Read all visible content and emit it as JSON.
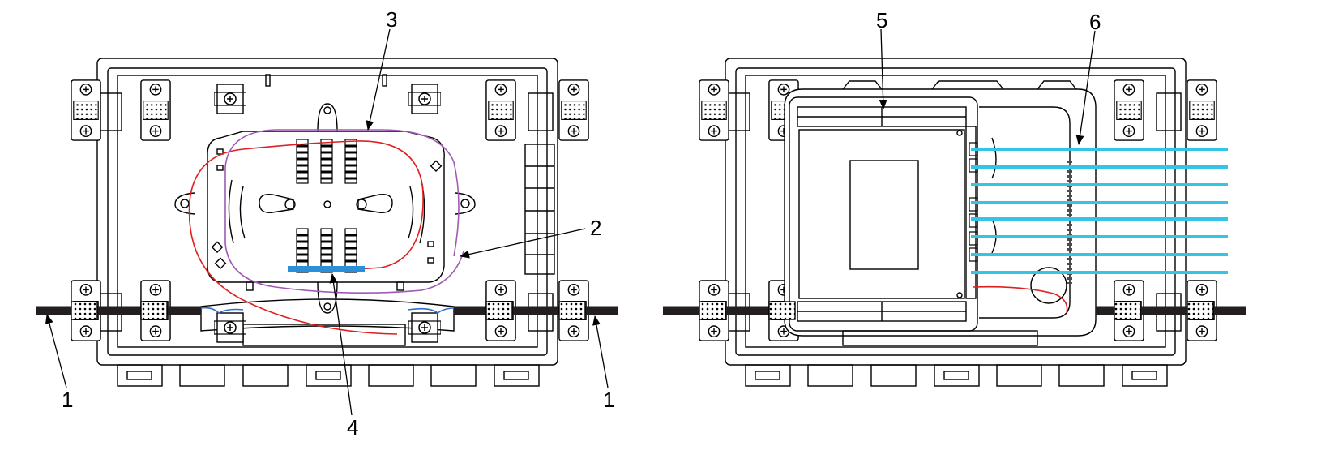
{
  "callouts": [
    {
      "id": "c1a",
      "label": "1"
    },
    {
      "id": "c1b",
      "label": "1"
    },
    {
      "id": "c2",
      "label": "2"
    },
    {
      "id": "c3",
      "label": "3"
    },
    {
      "id": "c4",
      "label": "4"
    },
    {
      "id": "c5",
      "label": "5"
    },
    {
      "id": "c6",
      "label": "6"
    }
  ],
  "colors": {
    "line": "#000000",
    "cable": "#231f20",
    "fiber_red": "#e02020",
    "fiber_purple": "#a05ab4",
    "fiber_blue": "#2f6fd0",
    "adapter_cyan": "#35c3e6",
    "sleeve_blue": "#2a8fd8"
  }
}
